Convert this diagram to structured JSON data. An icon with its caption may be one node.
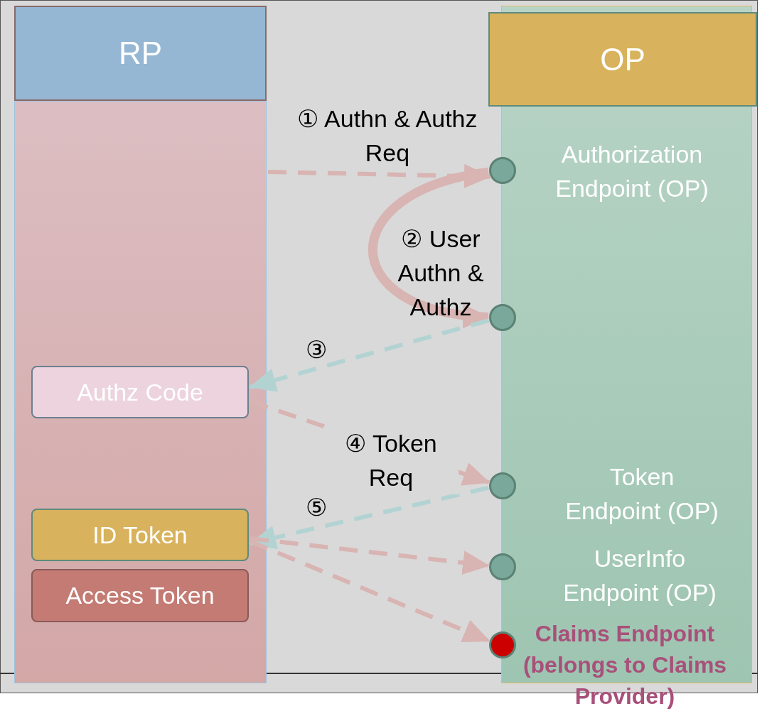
{
  "diagram": {
    "nodes": [
      {
        "text": [
          "RP"
        ]
      },
      {
        "text": [
          "Authz Code"
        ],
        "in": 0
      },
      {
        "text": [
          "ID Token"
        ],
        "in": 0
      },
      {
        "text": [
          "Access Token"
        ],
        "in": 0
      },
      {
        "text": [
          "OP"
        ]
      },
      {
        "text": [],
        "shape": "circle",
        "in": 4,
        "beside": [
          "Authorization Endpoint (OP)"
        ]
      },
      {
        "text": [],
        "shape": "circle",
        "in": 4
      },
      {
        "text": [],
        "shape": "circle",
        "in": 4,
        "beside": [
          "Token Endpoint (OP)"
        ]
      },
      {
        "text": [],
        "shape": "circle",
        "in": 4,
        "beside": [
          "UserInfo Endpoint (OP)"
        ]
      },
      {
        "text": [],
        "shape": "circle",
        "in": 4,
        "beside": [
          "Claims Endpoint (belongs to Claims Provider)"
        ]
      }
    ],
    "edges": [
      {
        "from": 0,
        "to": 5,
        "arrow": "to",
        "label": "① Authn & Authz Req",
        "style": "dashed"
      },
      {
        "from": 5,
        "to": 6,
        "arrow": "to",
        "label": "② User Authn & Authz",
        "style": "thick"
      },
      {
        "from": 6,
        "to": 1,
        "arrow": "to",
        "label": "③",
        "style": "dashed",
        "color": "#b3d3d3"
      },
      {
        "from": 1,
        "to": 7,
        "arrow": "to",
        "label": "④ Token Req",
        "style": "dashed"
      },
      {
        "from": 7,
        "to": 2,
        "arrow": "to",
        "label": "⑤",
        "style": "dashed",
        "color": "#b3d3d3"
      },
      {
        "from": 2,
        "to": 8,
        "arrow": "to",
        "style": "dashed"
      },
      {
        "from": 2,
        "to": 9,
        "arrow": "to",
        "style": "dashed"
      }
    ]
  }
}
